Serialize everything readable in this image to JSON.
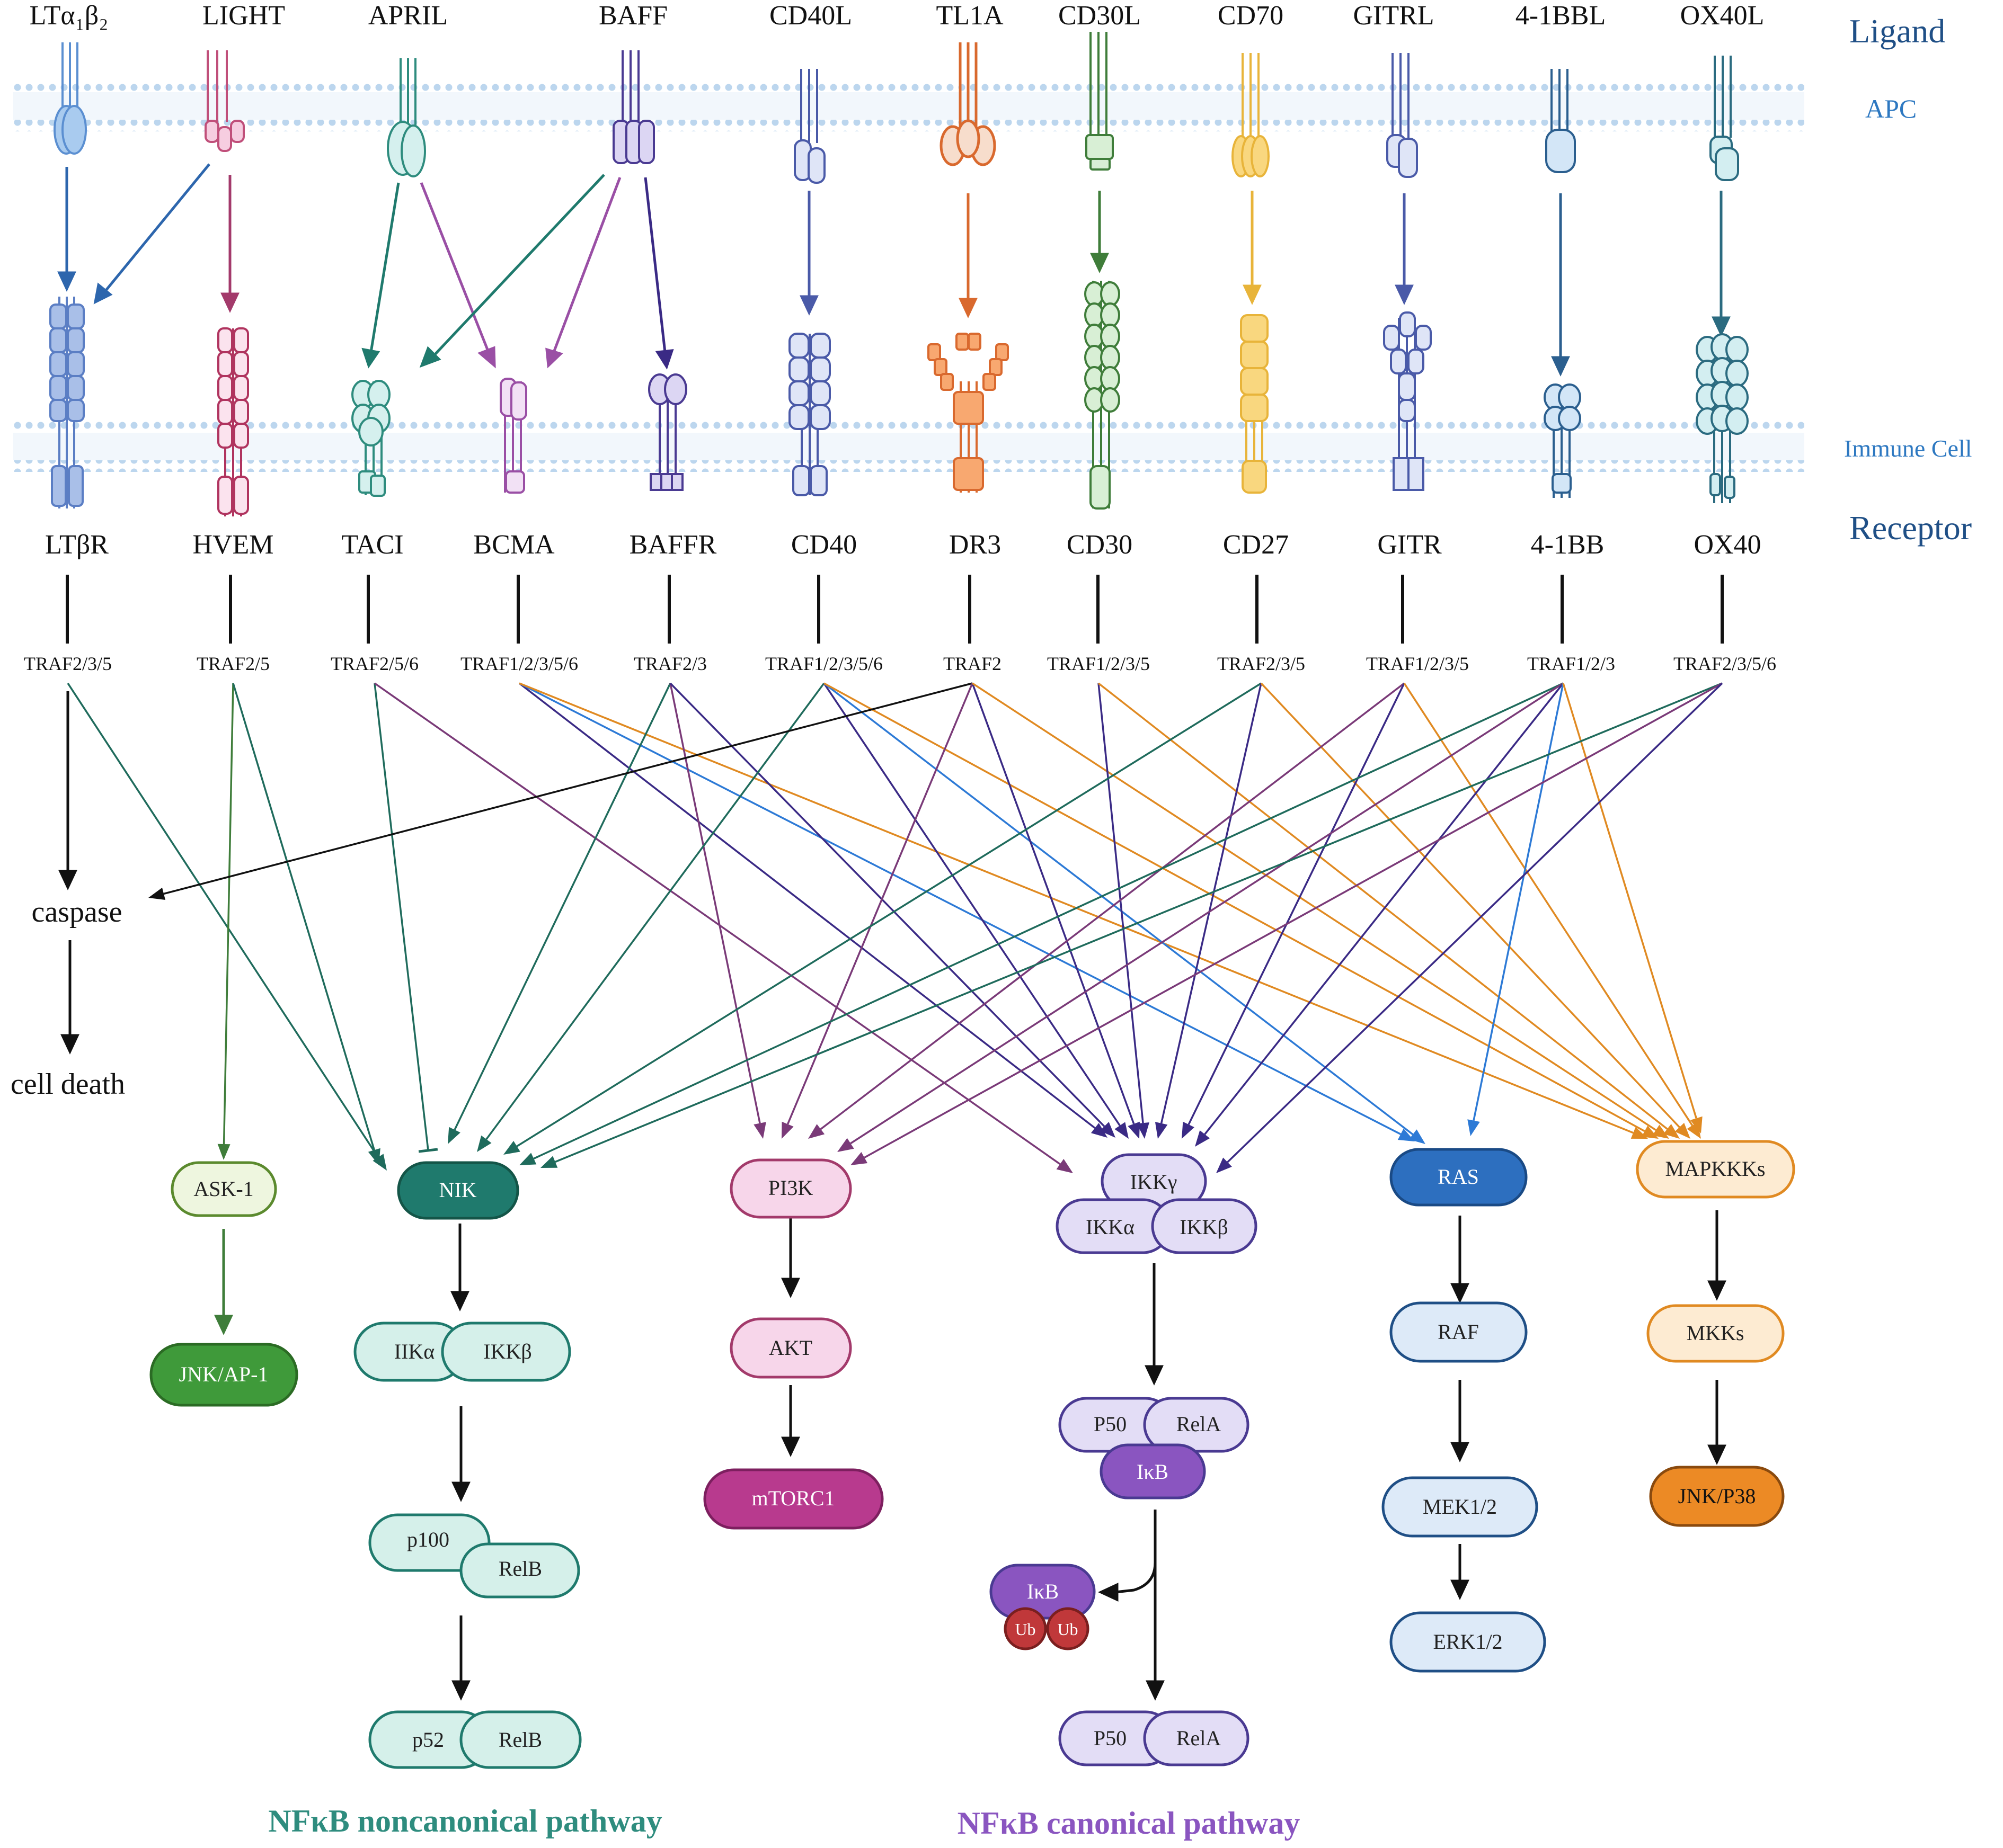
{
  "side_labels": {
    "ligand": "Ligand",
    "apc": "APC",
    "immune_cell": "Immune Cell",
    "receptor": "Receptor"
  },
  "columns": [
    {
      "ligand": "LTα₁β₂",
      "receptor": "LTβR",
      "traf": "TRAF2/3/5",
      "color": "#5b8fd1"
    },
    {
      "ligand": "LIGHT",
      "receptor": "HVEM",
      "traf": "TRAF2/5",
      "color": "#c04f7a"
    },
    {
      "ligand": "APRIL",
      "receptor": "TACI",
      "traf": "TRAF2/5/6",
      "color": "#2e8c7e"
    },
    {
      "ligand": "",
      "receptor": "BCMA",
      "traf": "TRAF1/2/3/5/6",
      "color": "#9a4fa5"
    },
    {
      "ligand": "BAFF",
      "receptor": "BAFFR",
      "traf": "TRAF2/3",
      "color": "#4a3a92"
    },
    {
      "ligand": "CD40L",
      "receptor": "CD40",
      "traf": "TRAF1/2/3/5/6",
      "color": "#4a5aa8"
    },
    {
      "ligand": "TL1A",
      "receptor": "DR3",
      "traf": "TRAF2",
      "color": "#d9692e"
    },
    {
      "ligand": "CD30L",
      "receptor": "CD30",
      "traf": "TRAF1/2/3/5",
      "color": "#3f7d3a"
    },
    {
      "ligand": "CD70",
      "receptor": "CD27",
      "traf": "TRAF2/3/5",
      "color": "#e8b43a"
    },
    {
      "ligand": "GITRL",
      "receptor": "GITR",
      "traf": "TRAF1/2/3/5",
      "color": "#4a5aa8"
    },
    {
      "ligand": "4-1BBL",
      "receptor": "4-1BB",
      "traf": "TRAF1/2/3",
      "color": "#2b5f8f"
    },
    {
      "ligand": "OX40L",
      "receptor": "OX40",
      "traf": "TRAF2/3/5/6",
      "color": "#2b6b80"
    }
  ],
  "nodes": {
    "caspase": "caspase",
    "cell_death": "cell death",
    "ask1": "ASK-1",
    "jnk_ap1": "JNK/AP-1",
    "nik": "NIK",
    "iika": "IIKα",
    "ikkb_nc": "IKKβ",
    "p100": "p100",
    "relb1": "RelB",
    "p52": "p52",
    "relb2": "RelB",
    "pi3k": "PI3K",
    "akt": "AKT",
    "mtorc1": "mTORC1",
    "ikkg": "IKKγ",
    "ikka": "IKKα",
    "ikkb": "IKKβ",
    "p50_1": "P50",
    "rela_1": "RelA",
    "ikb_1": "IκB",
    "ikb_2": "IκB",
    "ub_1": "Ub",
    "ub_2": "Ub",
    "p50_2": "P50",
    "rela_2": "RelA",
    "ras": "RAS",
    "raf": "RAF",
    "mek": "MEK1/2",
    "erk": "ERK1/2",
    "mapkkks": "MAPKKKs",
    "mkks": "MKKs",
    "jnk_p38": "JNK/P38"
  },
  "titles": {
    "noncanonical": "NFκB noncanonical  pathway",
    "canonical": "NFκB canonical  pathway"
  },
  "colors": {
    "noncanonical": "#2e8c7e",
    "canonical": "#8a55c0",
    "membrane": "#bcd6ee",
    "side_label": "#1f4f86"
  }
}
